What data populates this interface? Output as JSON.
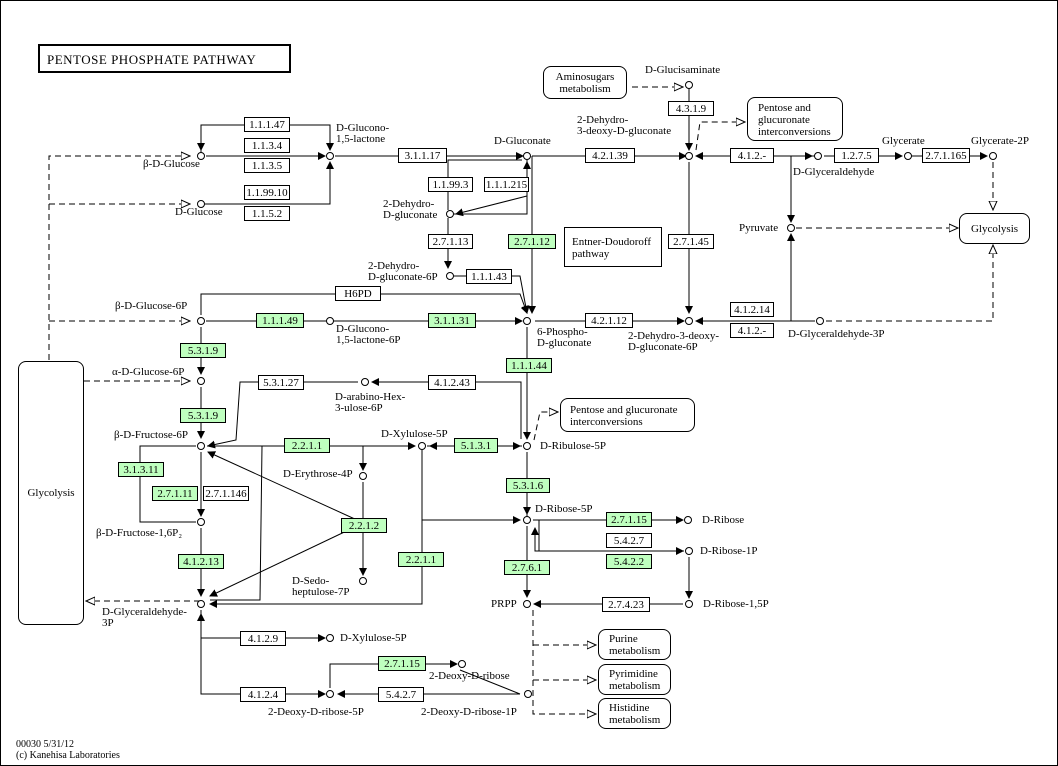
{
  "title": "PENTOSE PHOSPHATE PATHWAY",
  "footer": [
    "00030 5/31/12",
    "(c) Kanehisa Laboratories"
  ],
  "maps": {
    "glycolysis_left": "Glycolysis",
    "glycolysis_right": "Glycolysis",
    "aminosugars": [
      "Aminosugars",
      "metabolism"
    ],
    "pentose_gluc_top": [
      "Pentose and",
      "glucuronate",
      "interconversions"
    ],
    "pentose_gluc_mid": [
      "Pentose and glucuronate",
      "interconversions"
    ],
    "entner": [
      "Entner-Doudoroff",
      "pathway"
    ],
    "purine": [
      "Purine",
      "metabolism"
    ],
    "pyrimidine": [
      "Pyrimidine",
      "metabolism"
    ],
    "histidine": [
      "Histidine",
      "metabolism"
    ]
  },
  "compounds": {
    "bdglucose": "β-D-Glucose",
    "dglucose": "D-Glucose",
    "gluconolactone": [
      "D-Glucono-",
      "1,5-lactone"
    ],
    "dgluconate": "D-Gluconate",
    "ketodeoxygluconate": [
      "2-Dehydro-",
      "3-deoxy-D-gluconate"
    ],
    "glucisaminate": "D-Glucisaminate",
    "glycerate": "Glycerate",
    "glycerate2p": "Glycerate-2P",
    "glyceraldehyde": "D-Glyceraldehyde",
    "pyruvate": "Pyruvate",
    "dehydrogluconate": [
      "2-Dehydro-",
      "D-gluconate"
    ],
    "dehydrogluconate6p": [
      "2-Dehydro-",
      "D-gluconate-6P"
    ],
    "bdglucose6p": "β-D-Glucose-6P",
    "gluconolactone6p": [
      "D-Glucono-",
      "1,5-lactone-6P"
    ],
    "phosphogluconate": [
      "6-Phospho-",
      "D-gluconate"
    ],
    "kdpg": [
      "2-Dehydro-3-deoxy-",
      "D-gluconate-6P"
    ],
    "glyceraldehyde3p_r": "D-Glyceraldehyde-3P",
    "adglucose6p": "α-D-Glucose-6P",
    "arabinohex": [
      "D-arabino-Hex-",
      "3-ulose-6P"
    ],
    "bdfructose6p": "β-D-Fructose-6P",
    "xylulose5p": "D-Xylulose-5P",
    "ribulose5p": "D-Ribulose-5P",
    "erythrose4p": "D-Erythrose-4P",
    "fructose16p": "β-D-Fructose-1,6P₂",
    "ribose5p": "D-Ribose-5P",
    "ribose": "D-Ribose",
    "ribose1p": "D-Ribose-1P",
    "sedoheptulose": [
      "D-Sedo-",
      "heptulose-7P"
    ],
    "gap": [
      "D-Glyceraldehyde-",
      "3P"
    ],
    "prpp": "PRPP",
    "ribose15p": "D-Ribose-1,5P",
    "xylulose5p_b": "D-Xylulose-5P",
    "deoxyribose": "2-Deoxy-D-ribose",
    "deoxyribose5p": "2-Deoxy-D-ribose-5P",
    "deoxyribose1p": "2-Deoxy-D-ribose-1P"
  },
  "enzymes": {
    "e1": "1.1.1.47",
    "e2": "1.1.3.4",
    "e3": "1.1.3.5",
    "e4": "1.1.99.10",
    "e5": "1.1.5.2",
    "e6": "3.1.1.17",
    "e7": "1.1.99.3",
    "e8": "1.1.1.215",
    "e9": "2.7.1.13",
    "e10": "2.7.1.12",
    "e11": "4.3.1.9",
    "e12": "4.2.1.39",
    "e13": "4.1.2.-",
    "e14": "1.2.7.5",
    "e15": "2.7.1.165",
    "e16": "2.7.1.45",
    "e17": "1.1.1.43",
    "e18": "H6PD",
    "e19": "1.1.1.49",
    "e20": "3.1.1.31",
    "e21": "4.2.1.12",
    "e22": "4.1.2.14",
    "e23": "4.1.2.-",
    "e24": "5.3.1.9",
    "e25": "1.1.1.44",
    "e26": "5.3.1.27",
    "e27": "4.1.2.43",
    "e28": "5.3.1.9",
    "e29": "2.2.1.1",
    "e30": "5.1.3.1",
    "e31": "3.1.3.11",
    "e32": "2.7.1.11",
    "e33": "2.7.1.146",
    "e34": "5.3.1.6",
    "e35": "2.2.1.2",
    "e36": "2.7.1.15",
    "e37": "5.4.2.7",
    "e38": "5.4.2.2",
    "e39": "4.1.2.13",
    "e40": "2.2.1.1",
    "e41": "2.7.6.1",
    "e42": "2.7.4.23",
    "e43": "4.1.2.9",
    "e44": "2.7.1.15",
    "e45": "4.1.2.4",
    "e46": "5.4.2.7"
  }
}
